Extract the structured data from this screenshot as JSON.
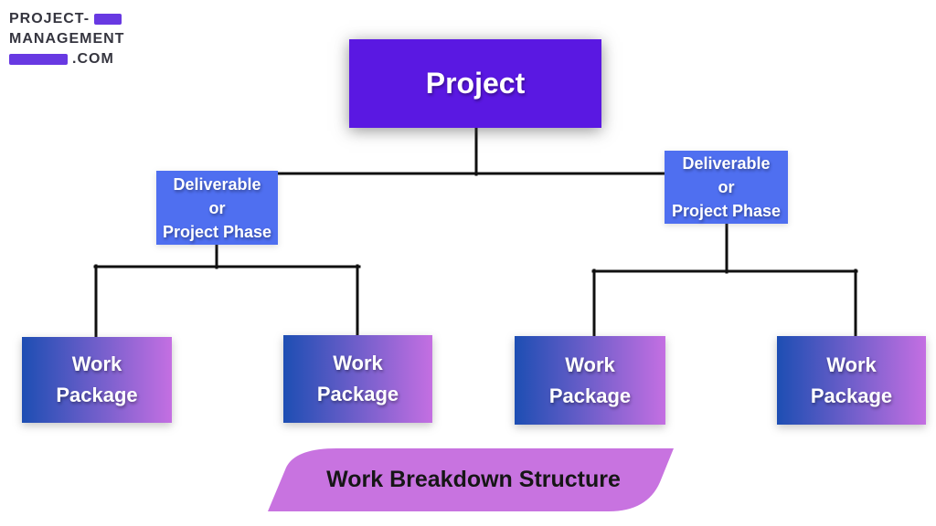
{
  "logo": {
    "line1": "PROJECT-",
    "line2": "MANAGEMENT",
    "line3": ".COM"
  },
  "colors": {
    "project_box": "#5a18e2",
    "deliverable_box": "#4f6ff0",
    "work_package_gradient_start": "#1d4eb3",
    "work_package_gradient_end": "#c46fe2",
    "banner": "#c873e0",
    "logo_accent": "#6839e2",
    "connector": "#101010"
  },
  "diagram": {
    "root": {
      "label": "Project"
    },
    "branches": [
      {
        "lines": [
          "Deliverable",
          "or",
          "Project Phase"
        ]
      },
      {
        "lines": [
          "Deliverable",
          "or",
          "Project Phase"
        ]
      }
    ],
    "work_packages": [
      {
        "lines": [
          "Work",
          "Package"
        ]
      },
      {
        "lines": [
          "Work",
          "Package"
        ]
      },
      {
        "lines": [
          "Work",
          "Package"
        ]
      },
      {
        "lines": [
          "Work",
          "Package"
        ]
      }
    ],
    "banner_label": "Work Breakdown Structure"
  }
}
